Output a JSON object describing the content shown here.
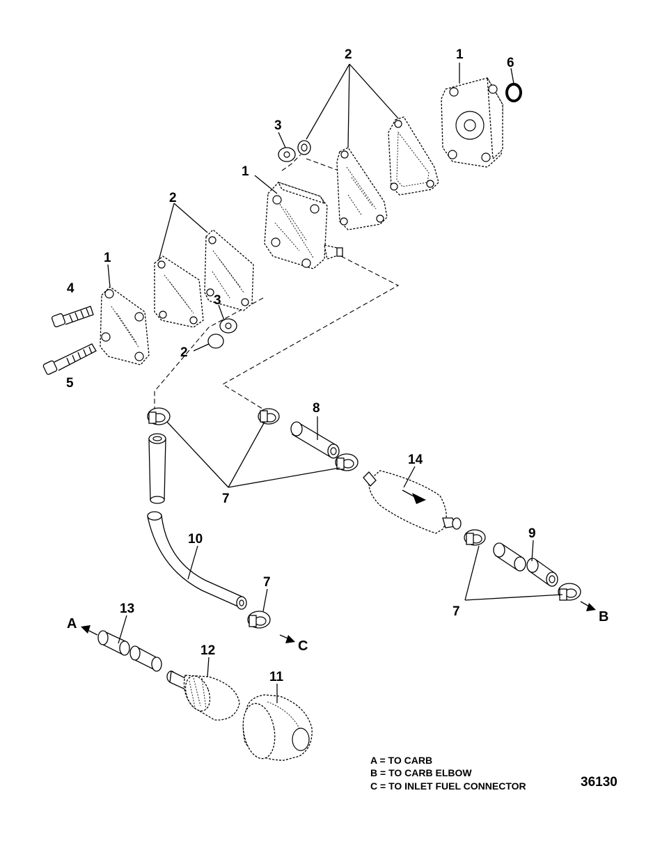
{
  "callouts": {
    "c1a": "1",
    "c1b": "1",
    "c1c": "1",
    "c2a": "2",
    "c2b": "2",
    "c2c": "2",
    "c3a": "3",
    "c3b": "3",
    "c4": "4",
    "c5": "5",
    "c6": "6",
    "c7a": "7",
    "c7b": "7",
    "c7c": "7",
    "c8": "8",
    "c9": "9",
    "c10": "10",
    "c11": "11",
    "c12": "12",
    "c13": "13",
    "c14": "14"
  },
  "destinations": {
    "a": "A",
    "b": "B",
    "c": "C"
  },
  "legend": {
    "line_a": "A = TO CARB",
    "line_b": "B = TO CARB ELBOW",
    "line_c": "C = TO INLET FUEL CONNECTOR"
  },
  "figure_number": "36130"
}
